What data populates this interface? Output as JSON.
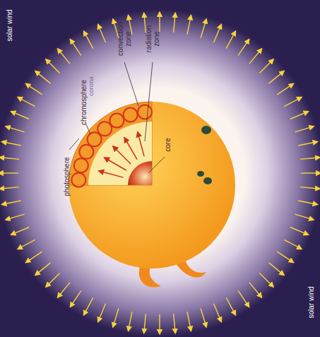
{
  "diagram": {
    "labels": [
      "solar wind",
      "corona",
      "chromosphere",
      "convection zone",
      "radiation zone",
      "photosphere",
      "core",
      "solar wind"
    ]
  }
}
